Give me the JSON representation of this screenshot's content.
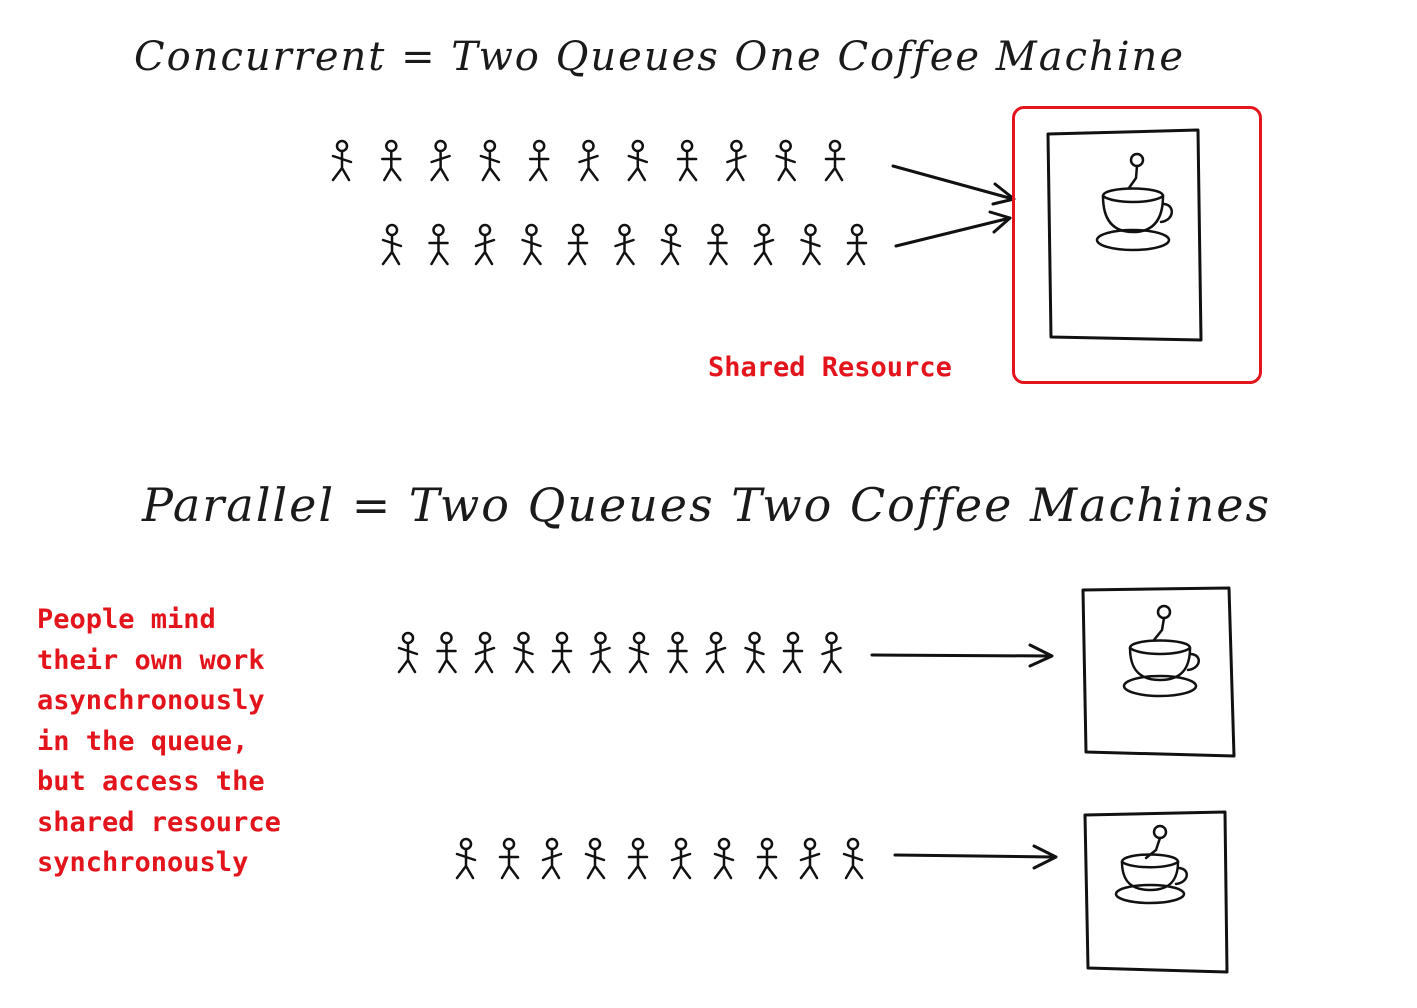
{
  "sections": {
    "concurrent": {
      "title": "Concurrent = Two Queues One Coffee Machine",
      "queues": [
        {
          "people": 11
        },
        {
          "people": 11
        }
      ],
      "machines": 1
    },
    "parallel": {
      "title": "Parallel = Two Queues Two Coffee Machines",
      "queues": [
        {
          "people": 12
        },
        {
          "people": 10
        }
      ],
      "machines": 2
    }
  },
  "annotations": {
    "shared_resource": "Shared Resource",
    "people_note_lines": [
      "People mind",
      "their own work",
      "asynchronously",
      "in the queue,",
      "but access the",
      "shared resource",
      "synchronously"
    ]
  },
  "colors": {
    "ink": "#111111",
    "annotation": "#e3141b",
    "background": "#ffffff"
  },
  "icons": [
    "stick-figure-icon",
    "arrow-icon",
    "coffee-cup-icon"
  ]
}
